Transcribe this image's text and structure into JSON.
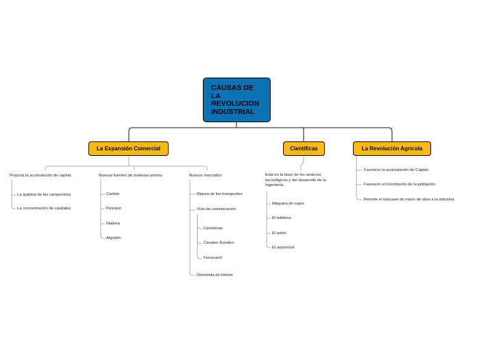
{
  "root": {
    "title": "CAUSAS DE LA REVOLUCION INDUSTRIAL"
  },
  "branches": [
    {
      "label": "La Expansión Comercial",
      "groups": [
        {
          "label": "Propicia la acumulación de capital.",
          "items": [
            "La quiebra de los campesinos",
            "La concentración de caudales"
          ]
        },
        {
          "label": "Nuevas fuentes de materias primas",
          "items": [
            "Carbón",
            "Petroleó",
            "Madera",
            "Algodón"
          ]
        },
        {
          "label": "Nuevos mercados",
          "items": [
            "Mejora de los transportes",
            "Vías de comunicación",
            "Demanda de bienes"
          ],
          "subitems": [
            "Carreteras",
            "Canales fluviales",
            "Ferrocarril"
          ]
        }
      ]
    },
    {
      "label": "Científicas",
      "groups": [
        {
          "label": "Está en la base de los avances tecnológicos y del desarrollo de la Ingeniería.",
          "items": [
            "Máquina de vapor",
            "El teléfono",
            "El avión",
            "El automóvil"
          ]
        }
      ]
    },
    {
      "label": "La Revolución Agrícola",
      "items": [
        "Favorece la acumulación de Capital.",
        "Favorece el crecimiento de la población.",
        "Permite el trasvase de mano de obra a la industria"
      ]
    }
  ]
}
